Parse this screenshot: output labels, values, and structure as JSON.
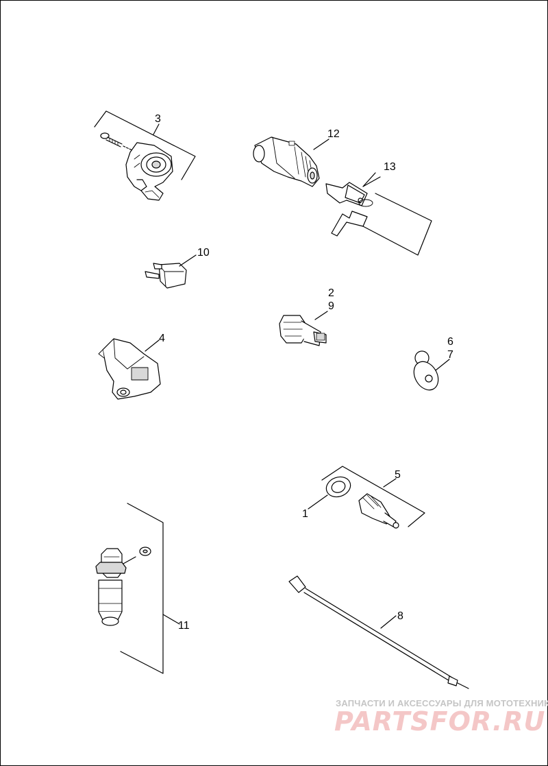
{
  "callouts": {
    "c1": "1",
    "c2": "2",
    "c3": "3",
    "c4": "4",
    "c5": "5",
    "c6": "6",
    "c7": "7",
    "c8": "8",
    "c9": "9",
    "c10": "10",
    "c11": "11",
    "c12": "12",
    "c13": "13"
  },
  "watermark": {
    "tagline": "ЗАПЧАСТИ И АКСЕССУАРЫ ДЛЯ МОТОТЕХНИКИ",
    "logo": "PARTSFOR.RU"
  },
  "colors": {
    "line": "#000000",
    "part_fill": "#ffffff",
    "shade": "#d8d8d8",
    "watermark_logo": "#f4c7c7"
  }
}
